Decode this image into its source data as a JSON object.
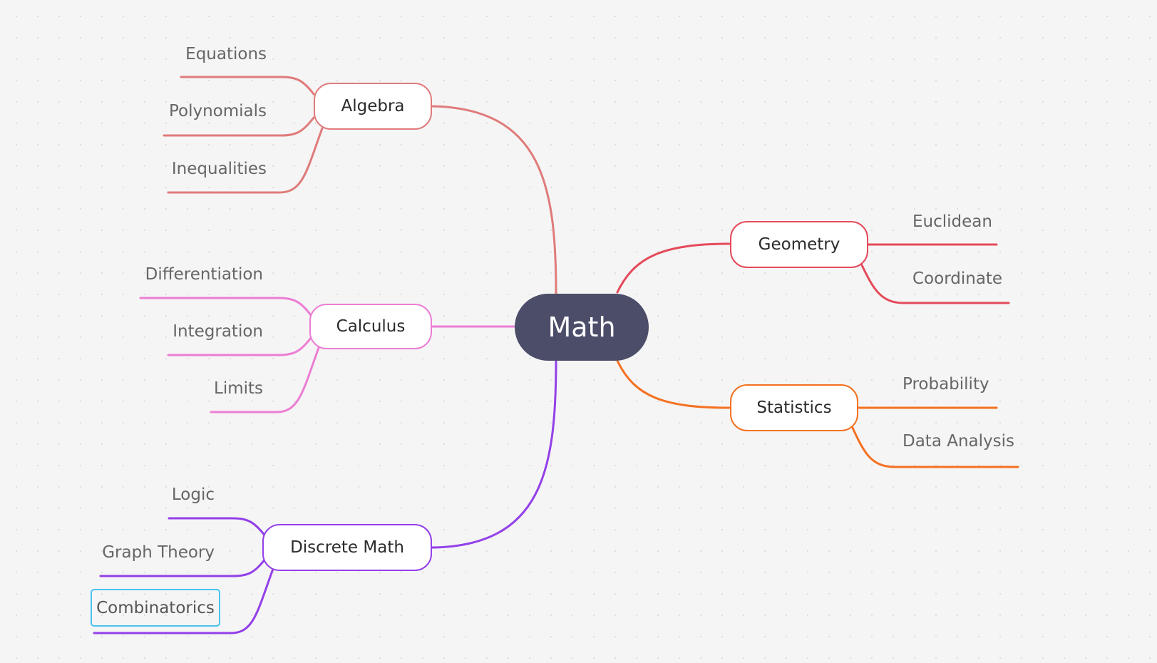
{
  "root": {
    "label": "Math",
    "color": "#4b4d69"
  },
  "branches": {
    "algebra": {
      "label": "Algebra",
      "color": "#e07b7b",
      "children": [
        "Equations",
        "Polynomials",
        "Inequalities"
      ]
    },
    "calculus": {
      "label": "Calculus",
      "color": "#ec7ed4",
      "children": [
        "Differentiation",
        "Integration",
        "Limits"
      ]
    },
    "discrete": {
      "label": "Discrete Math",
      "color": "#9340e8",
      "children": [
        "Logic",
        "Graph Theory",
        "Combinatorics"
      ]
    },
    "geometry": {
      "label": "Geometry",
      "color": "#e54a5a",
      "children": [
        "Euclidean",
        "Coordinate"
      ]
    },
    "statistics": {
      "label": "Statistics",
      "color": "#f47121",
      "children": [
        "Probability",
        "Data Analysis"
      ]
    }
  },
  "selection_color": "#4cc3ef"
}
